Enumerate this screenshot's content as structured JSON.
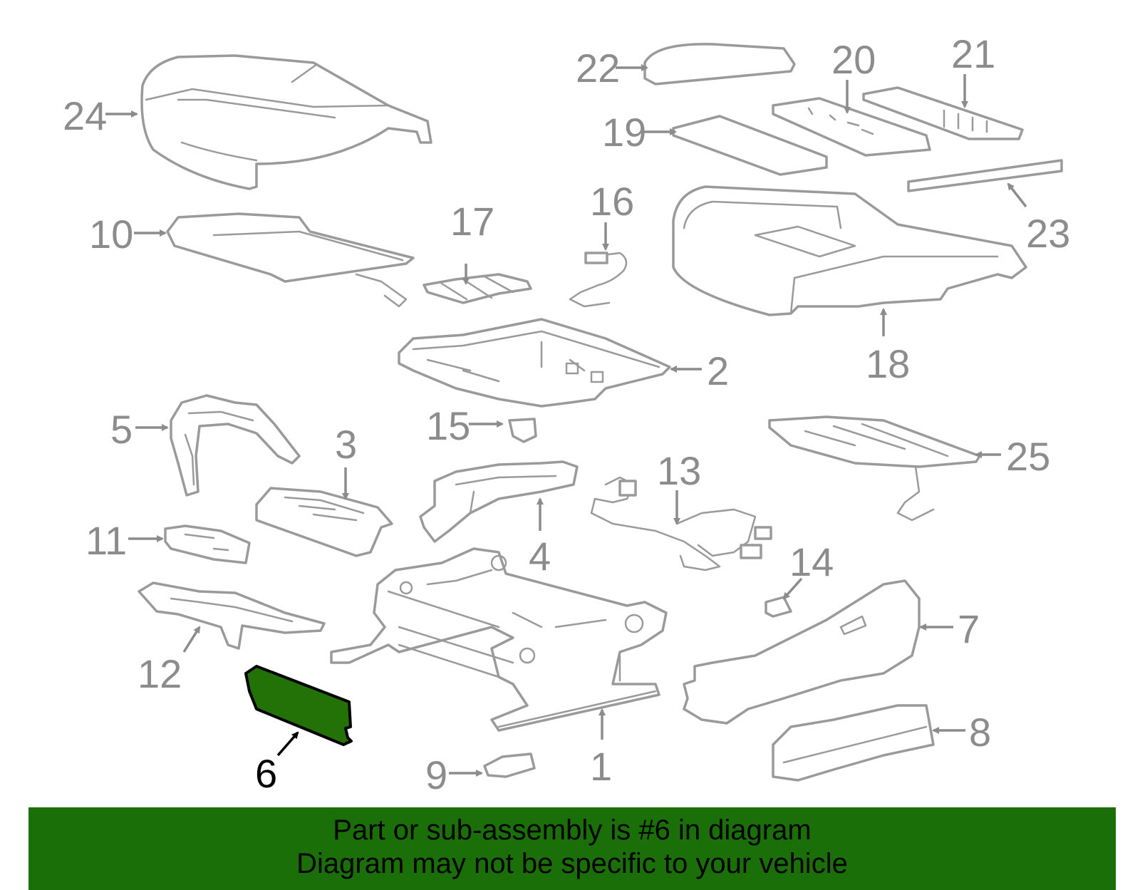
{
  "callouts": {
    "c1": "1",
    "c2": "2",
    "c3": "3",
    "c4": "4",
    "c5": "5",
    "c6": "6",
    "c7": "7",
    "c8": "8",
    "c9": "9",
    "c10": "10",
    "c11": "11",
    "c12": "12",
    "c13": "13",
    "c14": "14",
    "c15": "15",
    "c16": "16",
    "c17": "17",
    "c18": "18",
    "c19": "19",
    "c20": "20",
    "c21": "21",
    "c22": "22",
    "c23": "23",
    "c24": "24",
    "c25": "25"
  },
  "highlighted_part": "6",
  "colors": {
    "highlight_fill": "#237207",
    "banner_background": "#1a6f09",
    "line_gray": "#9a9a9a"
  },
  "banner": {
    "line1": "Part or sub-assembly is #6 in diagram",
    "line2": "Diagram may not be specific to your vehicle"
  }
}
